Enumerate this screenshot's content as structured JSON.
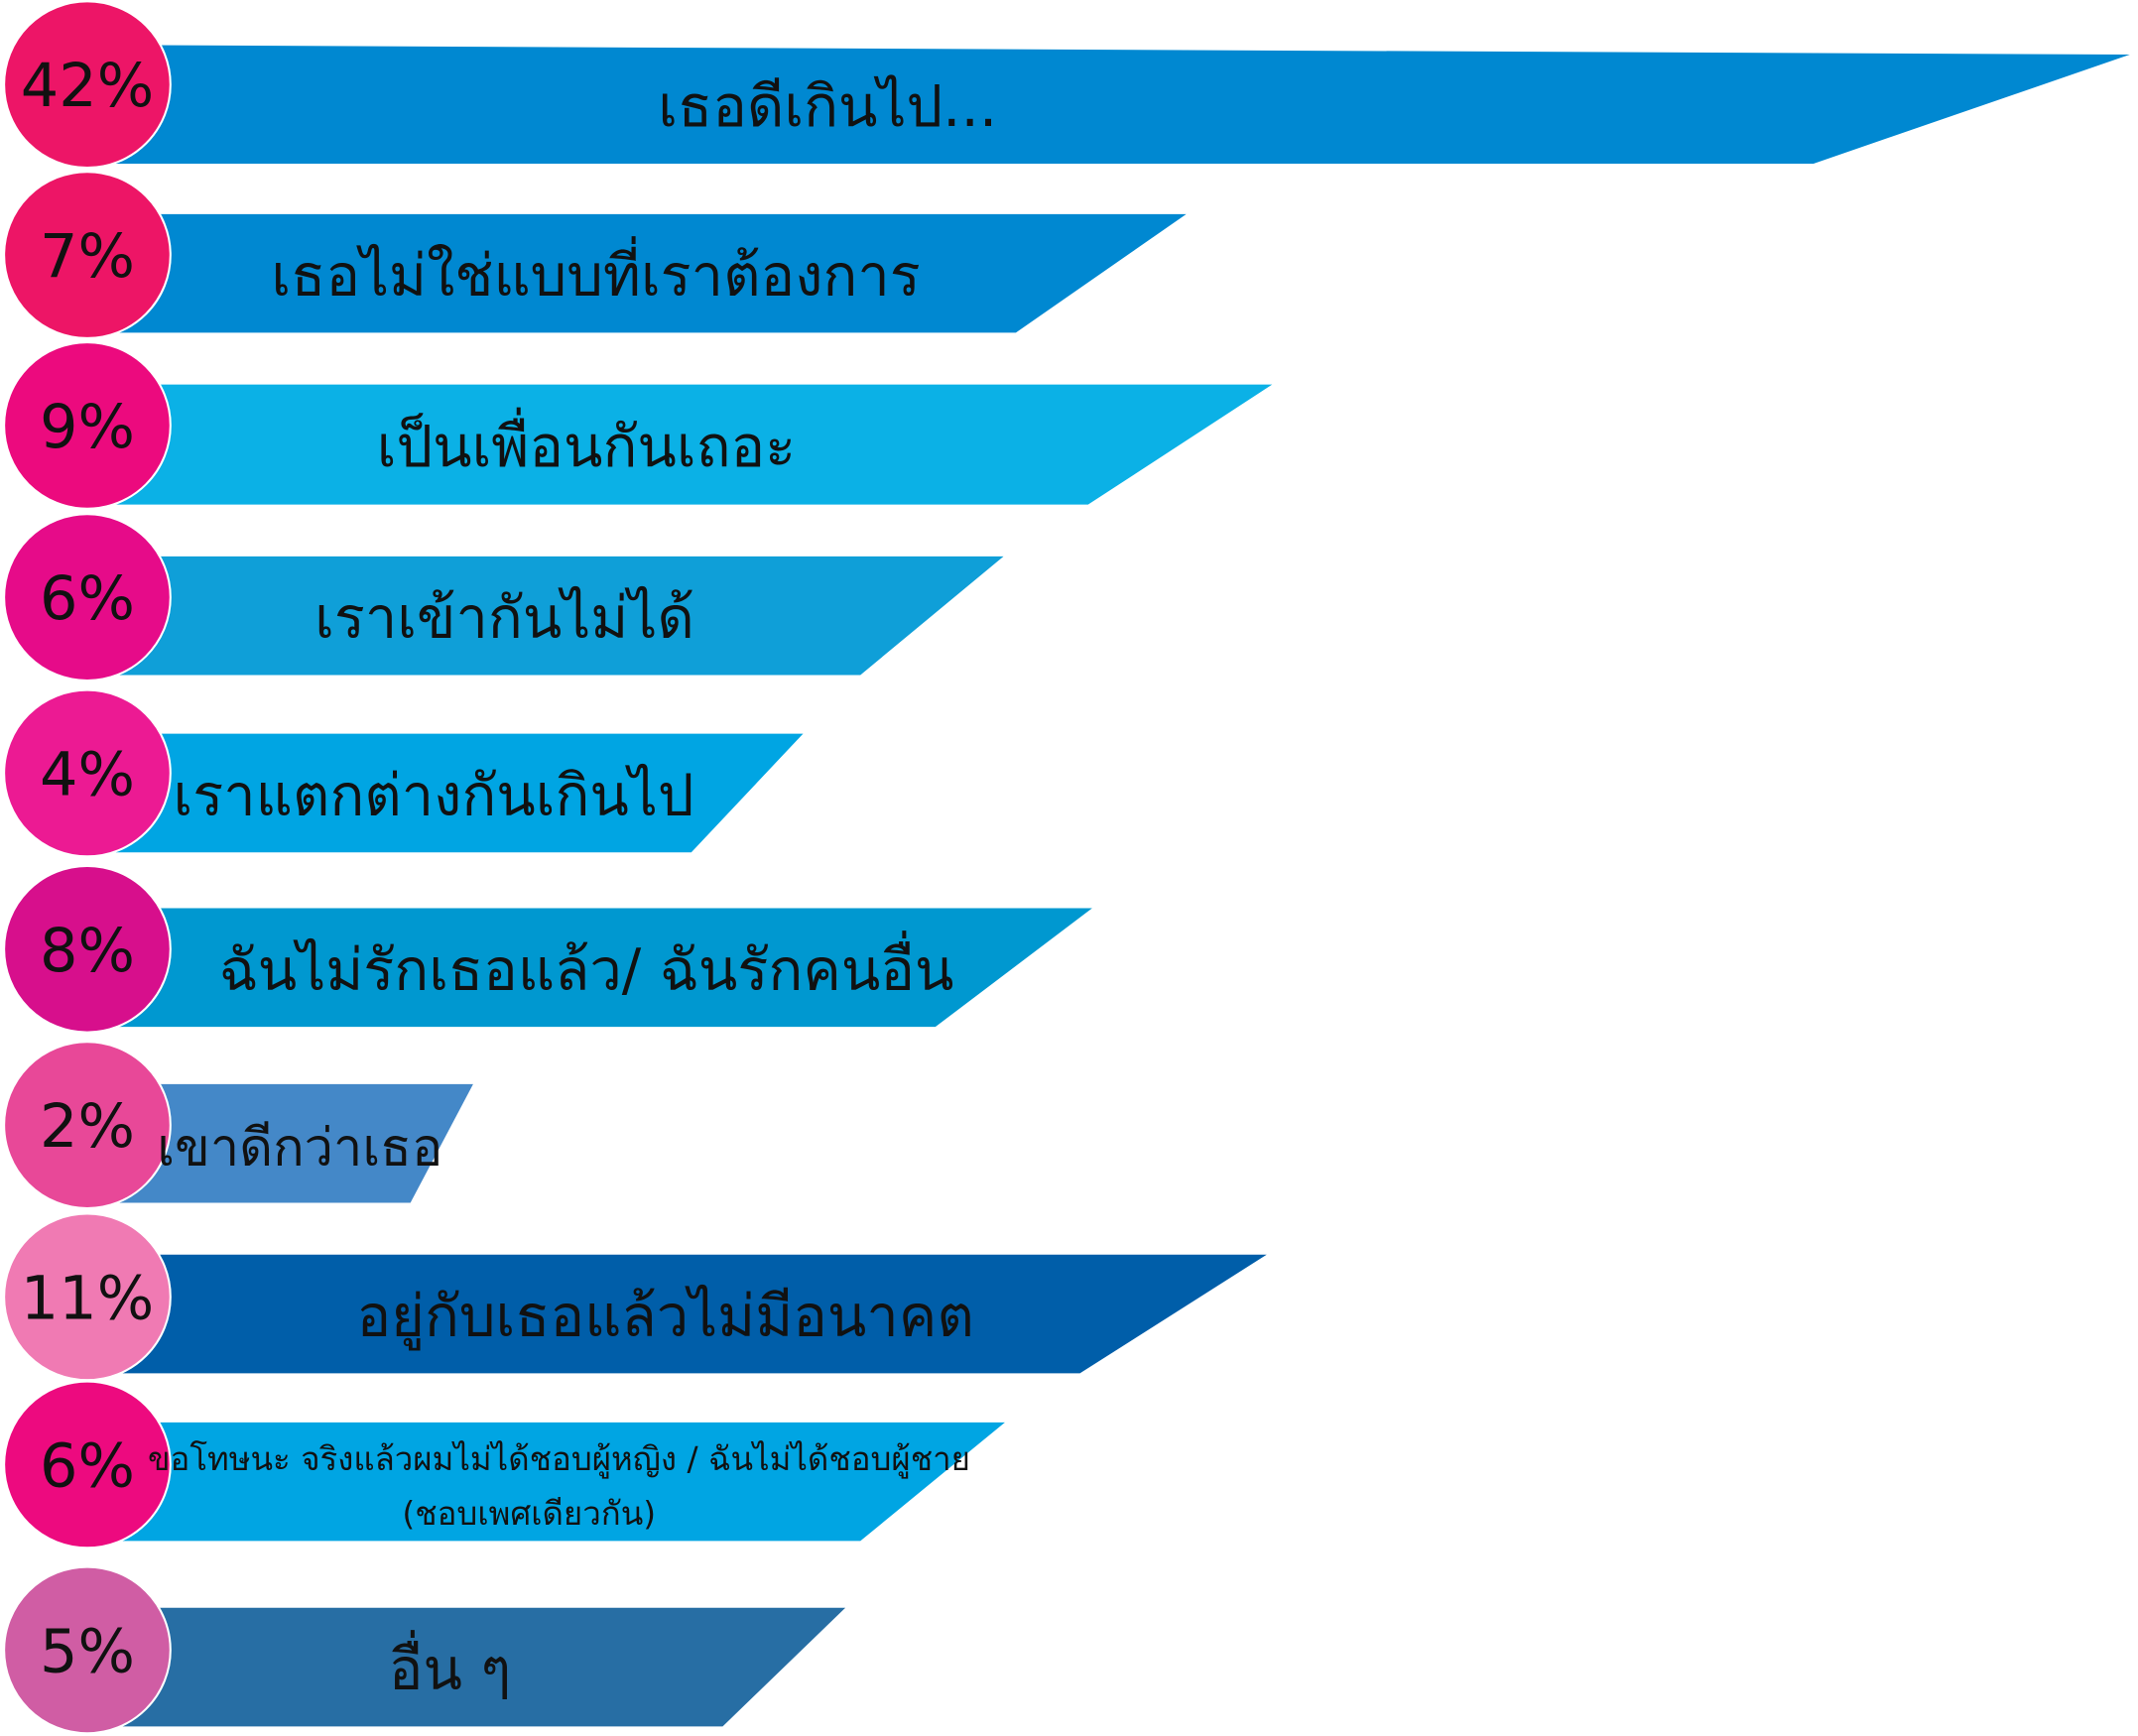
{
  "chart_data": {
    "type": "bar",
    "orientation": "horizontal",
    "unit": "%",
    "categories": [
      "เธอดีเกินไป...",
      "เธอไม่ใช่แบบที่เราต้องการ",
      "เป็นเพื่อนกันเถอะ",
      "เราเข้ากันไม่ได้",
      "เราแตกต่างกันเกินไป",
      "ฉันไม่รักเธอแล้ว/ ฉันรักคนอื่น",
      "เขาดีกว่าเธอ",
      "อยู่กับเธอแล้วไม่มีอนาคต",
      "ขอโทษนะ จริงแล้วผมไม่ได้ชอบผู้หญิง / ฉันไม่ได้ชอบผู้ชาย (ชอบเพศเดียวกัน)",
      "อื่น ๆ"
    ],
    "label_lines": [
      [
        "เธอดีเกินไป..."
      ],
      [
        "เธอไม่ใช่แบบที่เราต้องการ"
      ],
      [
        "เป็นเพื่อนกันเถอะ"
      ],
      [
        "เราเข้ากันไม่ได้"
      ],
      [
        "เราแตกต่างกันเกินไป"
      ],
      [
        "ฉันไม่รักเธอแล้ว/ ฉันรักคนอื่น"
      ],
      [
        "เขาดีกว่าเธอ"
      ],
      [
        "อยู่กับเธอแล้วไม่มีอนาคต"
      ],
      [
        "ขอโทษนะ จริงแล้วผมไม่ได้ชอบผู้หญิง / ฉันไม่ได้ชอบผู้ชาย",
        "(ชอบเพศเดียวกัน)"
      ],
      [
        "อื่น ๆ"
      ]
    ],
    "values": [
      42,
      7,
      9,
      6,
      4,
      8,
      2,
      11,
      6,
      5
    ],
    "value_labels": [
      "42%",
      "7%",
      "9%",
      "6%",
      "4%",
      "8%",
      "2%",
      "11%",
      "6%",
      "5%"
    ],
    "bar_colors": [
      "#0088d1",
      "#0088d1",
      "#0bb1e6",
      "#0f9fd8",
      "#00a5e3",
      "#0098d0",
      "#4488c8",
      "#005ea9",
      "#00a5e3",
      "#276ea4"
    ],
    "circle_colors": [
      "#ed1567",
      "#ed1566",
      "#ec0a7e",
      "#e60b89",
      "#ec1a93",
      "#d70f8c",
      "#e84898",
      "#f07ab3",
      "#ed0a7f",
      "#d05da4"
    ],
    "title": "",
    "xlabel": "",
    "ylabel": "",
    "grid": false,
    "legend": "none"
  }
}
